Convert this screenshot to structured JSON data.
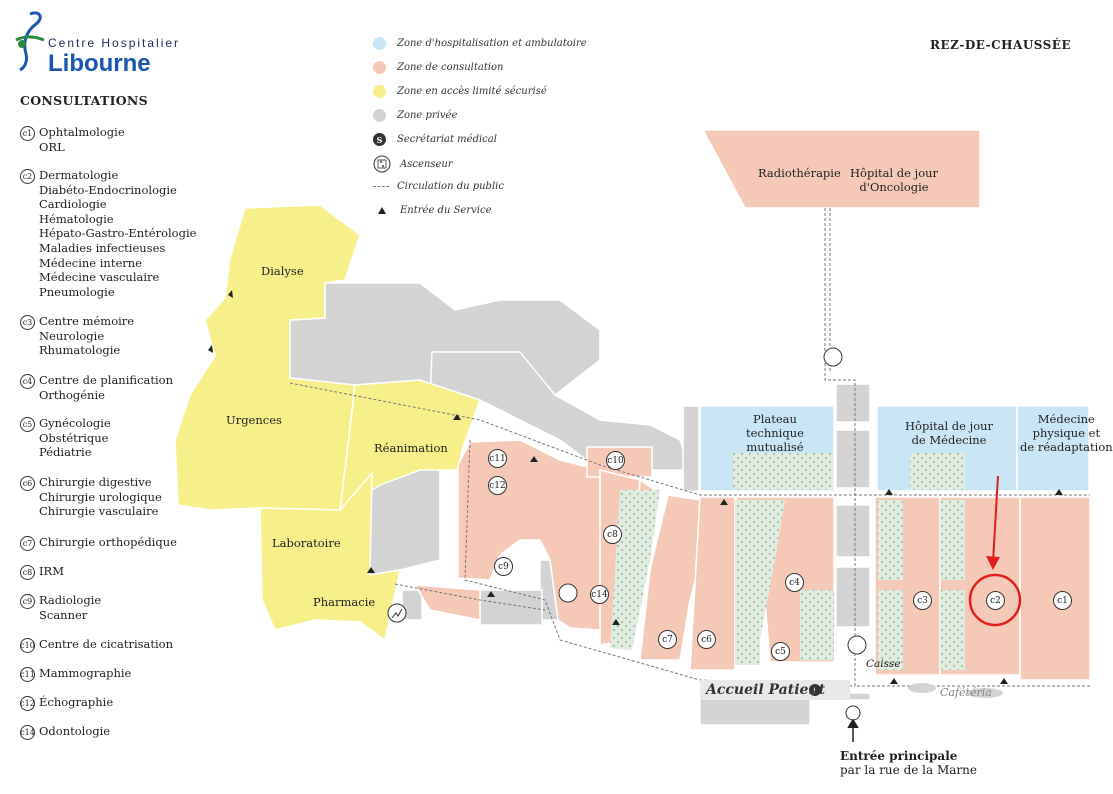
{
  "logo": {
    "line1": "Centre Hospitalier",
    "line2": "Libourne"
  },
  "floor": "REZ-DE-CHAUSSÉE",
  "consultations": {
    "title": "CONSULTATIONS",
    "items": [
      {
        "code": "c1",
        "lines": [
          "Ophtalmologie",
          "ORL"
        ]
      },
      {
        "code": "c2",
        "lines": [
          "Dermatologie",
          "Diabéto-Endocrinologie",
          "Cardiologie",
          "Hématologie",
          "Hépato-Gastro-Entérologie",
          "Maladies infectieuses",
          "Médecine interne",
          "Médecine vasculaire",
          "Pneumologie"
        ]
      },
      {
        "code": "c3",
        "lines": [
          "Centre mémoire",
          "Neurologie",
          "Rhumatologie"
        ]
      },
      {
        "code": "c4",
        "lines": [
          "Centre de planification",
          "Orthogénie"
        ]
      },
      {
        "code": "c5",
        "lines": [
          "Gynécologie",
          "Obstétrique",
          "Pédiatrie"
        ]
      },
      {
        "code": "c6",
        "lines": [
          "Chirurgie digestive",
          "Chirurgie urologique",
          "Chirurgie vasculaire"
        ]
      },
      {
        "code": "c7",
        "lines": [
          "Chirurgie orthopédique"
        ]
      },
      {
        "code": "c8",
        "lines": [
          "IRM"
        ]
      },
      {
        "code": "c9",
        "lines": [
          "Radiologie",
          "Scanner"
        ]
      },
      {
        "code": "c10",
        "lines": [
          "Centre de cicatrisation"
        ]
      },
      {
        "code": "c11",
        "lines": [
          "Mammographie"
        ]
      },
      {
        "code": "c12",
        "lines": [
          "Échographie"
        ]
      },
      {
        "code": "c14",
        "lines": [
          "Odontologie"
        ]
      }
    ]
  },
  "legend": {
    "items": [
      {
        "kind": "swatch",
        "color": "#c8e6f5",
        "label": "Zone d'hospitalisation et ambulatoire"
      },
      {
        "kind": "swatch",
        "color": "#f6c9b6",
        "label": "Zone de consultation"
      },
      {
        "kind": "swatch",
        "color": "#f7ef8a",
        "label": "Zone en accès limité sécurisé"
      },
      {
        "kind": "swatch",
        "color": "#d3d3d3",
        "label": "Zone privée"
      },
      {
        "kind": "secretariat",
        "symbol": "S",
        "label": "Secrétariat médical"
      },
      {
        "kind": "elevator",
        "label": "Ascenseur"
      },
      {
        "kind": "dashed",
        "label": "Circulation du public"
      },
      {
        "kind": "triangle",
        "label": "Entrée du Service"
      }
    ]
  },
  "zones": {
    "dialyse": "Dialyse",
    "urgences": "Urgences",
    "reanimation": "Réanimation",
    "laboratoire": "Laboratoire",
    "pharmacie": "Pharmacie",
    "radiotherapie": "Radiothérapie",
    "hdj_oncologie": [
      "Hôpital de jour",
      "d'Oncologie"
    ],
    "plateau": [
      "Plateau",
      "technique",
      "mutualisé"
    ],
    "hdj_medecine": [
      "Hôpital de jour",
      "de Médecine"
    ],
    "medecine_physique": [
      "Médecine",
      "physique et",
      "de réadaptation"
    ],
    "accueil": "Accueil Patient",
    "caisse": "Caisse",
    "cafeteria": "Cafétéria"
  },
  "entree": {
    "title": "Entrée principale",
    "subtitle": "par la rue de la Marne"
  },
  "colors": {
    "hospitalisation": "#c8e6f5",
    "consultation": "#f6c9b6",
    "limite": "#f7ef8a",
    "privee": "#d3d3d3",
    "garden": "#e2ede2",
    "annotation": "#e0201e"
  }
}
